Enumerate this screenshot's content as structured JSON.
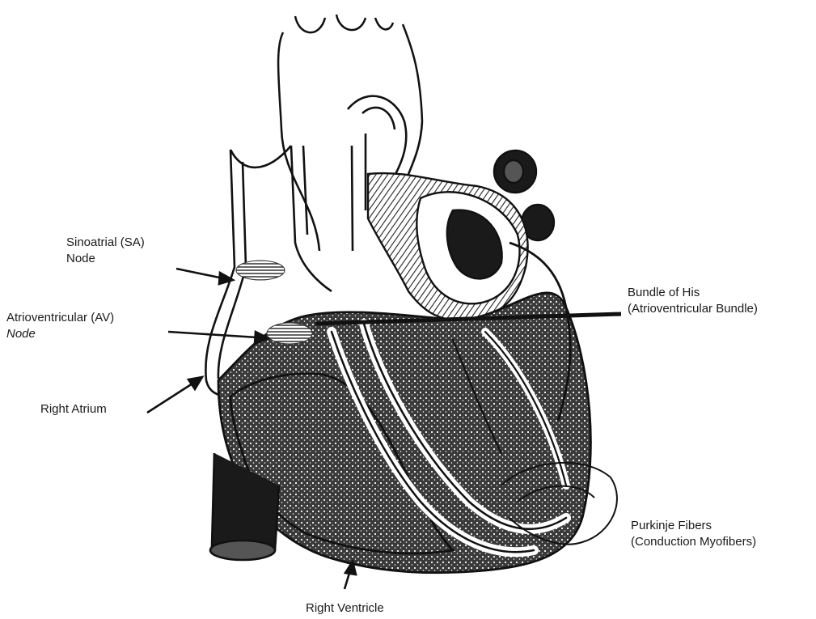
{
  "labels": {
    "sa_node": {
      "line1": "Sinoatrial (SA)",
      "line2": "Node"
    },
    "av_node": {
      "line1": "Atrioventricular (AV)",
      "line2": "Node"
    },
    "right_atrium": "Right Atrium",
    "bundle_of_his": {
      "line1": "Bundle of His",
      "line2": "(Atrioventricular Bundle)"
    },
    "purkinje": {
      "line1": "Purkinje Fibers",
      "line2": "(Conduction Myofibers)"
    },
    "right_ventricle": "Right Ventricle"
  },
  "colors": {
    "ink": "#111111",
    "shading": "#2a2a2a",
    "background": "#ffffff"
  }
}
